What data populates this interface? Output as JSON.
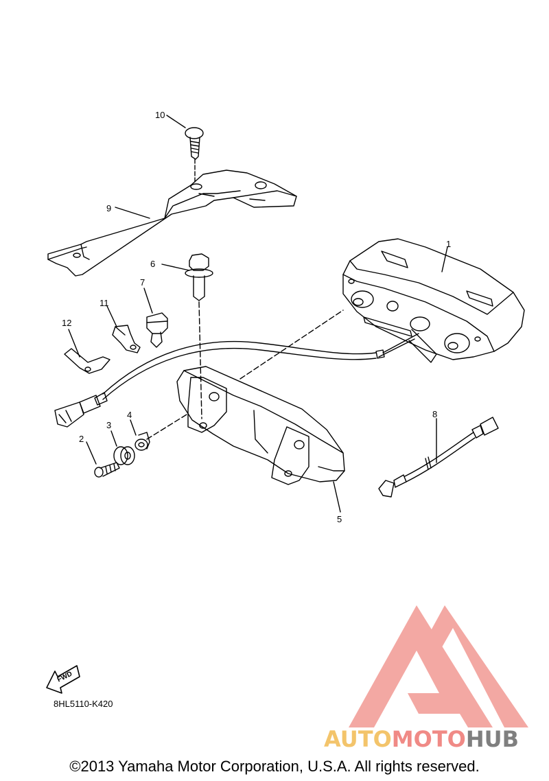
{
  "callouts": [
    {
      "id": "1",
      "label": "1"
    },
    {
      "id": "2",
      "label": "2"
    },
    {
      "id": "3",
      "label": "3"
    },
    {
      "id": "4",
      "label": "4"
    },
    {
      "id": "5",
      "label": "5"
    },
    {
      "id": "6",
      "label": "6"
    },
    {
      "id": "7",
      "label": "7"
    },
    {
      "id": "8",
      "label": "8"
    },
    {
      "id": "9",
      "label": "9"
    },
    {
      "id": "10",
      "label": "10"
    },
    {
      "id": "11",
      "label": "11"
    },
    {
      "id": "12",
      "label": "12"
    }
  ],
  "fwd_label": "FWD",
  "part_code": "8HL5110-K420",
  "copyright": "©2013 Yamaha Motor Corporation, U.S.A. All rights reserved.",
  "watermark": {
    "part_a": "AUTO",
    "part_b": "MOTO",
    "part_c": "HUB",
    "colors": {
      "auto": "#f3c46b",
      "moto": "#f08a86",
      "hub": "#7f7f7f",
      "logo": "#f29a94"
    }
  }
}
